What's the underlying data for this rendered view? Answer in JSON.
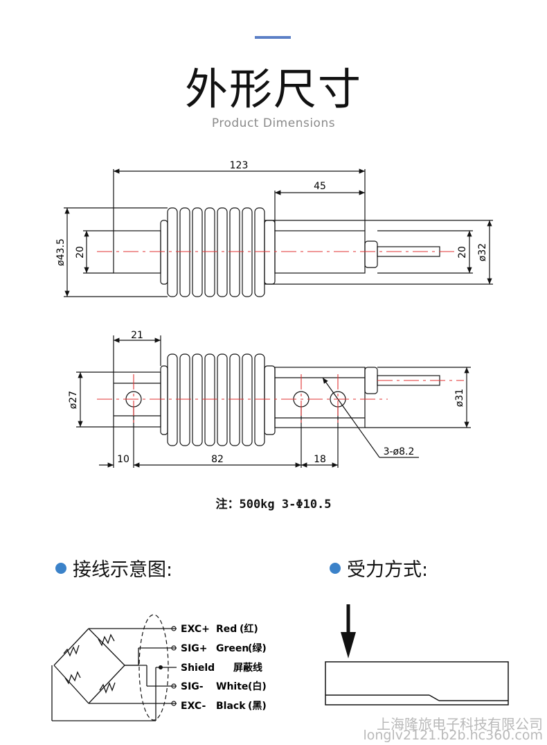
{
  "header": {
    "title": "外形尺寸",
    "subtitle": "Product Dimensions"
  },
  "top_view": {
    "dim_total": "123",
    "dim_right": "45",
    "dim_left_outer": "ø43.5",
    "dim_left_inner": "20",
    "dim_right_inner": "20",
    "dim_right_outer": "ø32"
  },
  "side_view": {
    "dim_top": "21",
    "dim_left": "ø27",
    "dim_right": "ø31",
    "dim_bottom_1": "10",
    "dim_bottom_2": "82",
    "dim_bottom_3": "18",
    "hole_callout": "3-ø8.2"
  },
  "note": "注：500kg  3-Φ10.5",
  "wiring": {
    "heading": "接线示意图:",
    "wires": [
      {
        "label": "EXC+",
        "color": "Red",
        "cn": "(红)"
      },
      {
        "label": "SIG+",
        "color": "Green",
        "cn": "(绿)"
      },
      {
        "label": "Shield",
        "color": "",
        "cn": "屏蔽线"
      },
      {
        "label": "SIG-",
        "color": "White",
        "cn": "(白)"
      },
      {
        "label": "EXC-",
        "color": "Black",
        "cn": "(黑)"
      }
    ]
  },
  "loading": {
    "heading": "受力方式:"
  },
  "watermark": {
    "company": "上海隆旅电子科技有限公司",
    "site": "longlv2121.b2b.hc360.com"
  },
  "colors": {
    "accent": "#5b7fc6",
    "bullet": "#3b82c9",
    "centerline": "#e03030",
    "drawing": "#111111"
  }
}
